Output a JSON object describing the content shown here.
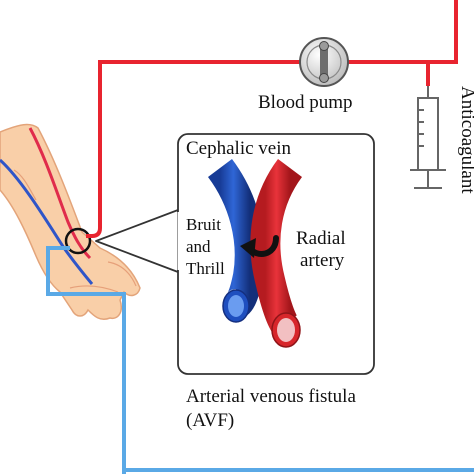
{
  "labels": {
    "blood_pump": "Blood pump",
    "anticoagulant": "Anticoagulant",
    "cephalic_vein": "Cephalic vein",
    "bruit_line1": "Bruit",
    "bruit_line2": "and",
    "bruit_line3": "Thrill",
    "radial_line1": "Radial",
    "radial_line2": "artery",
    "fistula_line1": "Arterial venous fistula",
    "fistula_line2": "(AVF)"
  },
  "colors": {
    "arterial_line": "#e8242f",
    "venous_line": "#5aa9e6",
    "artery_vessel": "#d7262b",
    "vein_vessel": "#1f4fbf",
    "skin": "#f9cfa8",
    "callout_border": "#333333"
  },
  "icons": {
    "pump": "blood-pump-icon",
    "syringe": "syringe-icon",
    "flow": "curved-arrow-icon"
  }
}
